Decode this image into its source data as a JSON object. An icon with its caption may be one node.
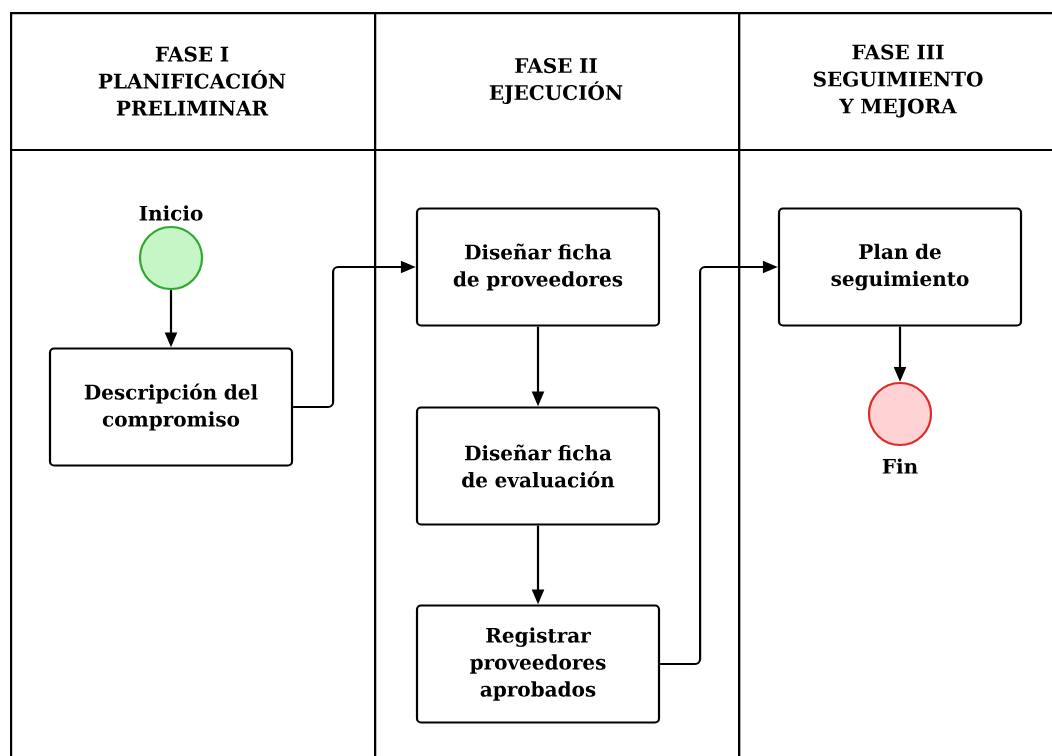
{
  "diagram": {
    "nodes": [
      {
        "text": [
          "FASE I PLANIFICACIÓN PRELIMINAR"
        ]
      },
      {
        "text": [],
        "shape": "circle",
        "beside": [
          "Inicio"
        ],
        "in": 0
      },
      {
        "text": [
          "Descripción del compromiso"
        ],
        "in": 0
      },
      {
        "text": [
          "FASE II EJECUCIÓN"
        ]
      },
      {
        "text": [
          "Diseñar ficha de proveedores"
        ],
        "in": 3
      },
      {
        "text": [
          "Diseñar ficha de evaluación"
        ],
        "in": 3
      },
      {
        "text": [
          "Registrar proveedores aprobados"
        ],
        "in": 3
      },
      {
        "text": [
          "FASE III SEGUIMIENTO Y MEJORA"
        ]
      },
      {
        "text": [
          "Plan de seguimiento"
        ],
        "in": 7
      },
      {
        "text": [],
        "shape": "circle",
        "beside": [
          "Fin"
        ],
        "in": 7
      }
    ],
    "edges": [
      {
        "from": 1,
        "to": 2,
        "arrow": "to"
      },
      {
        "from": 2,
        "to": 4,
        "arrow": "to"
      },
      {
        "from": 4,
        "to": 5,
        "arrow": "to"
      },
      {
        "from": 5,
        "to": 6,
        "arrow": "to"
      },
      {
        "from": 6,
        "to": 8,
        "arrow": "to"
      },
      {
        "from": 8,
        "to": 9,
        "arrow": "to"
      }
    ]
  }
}
